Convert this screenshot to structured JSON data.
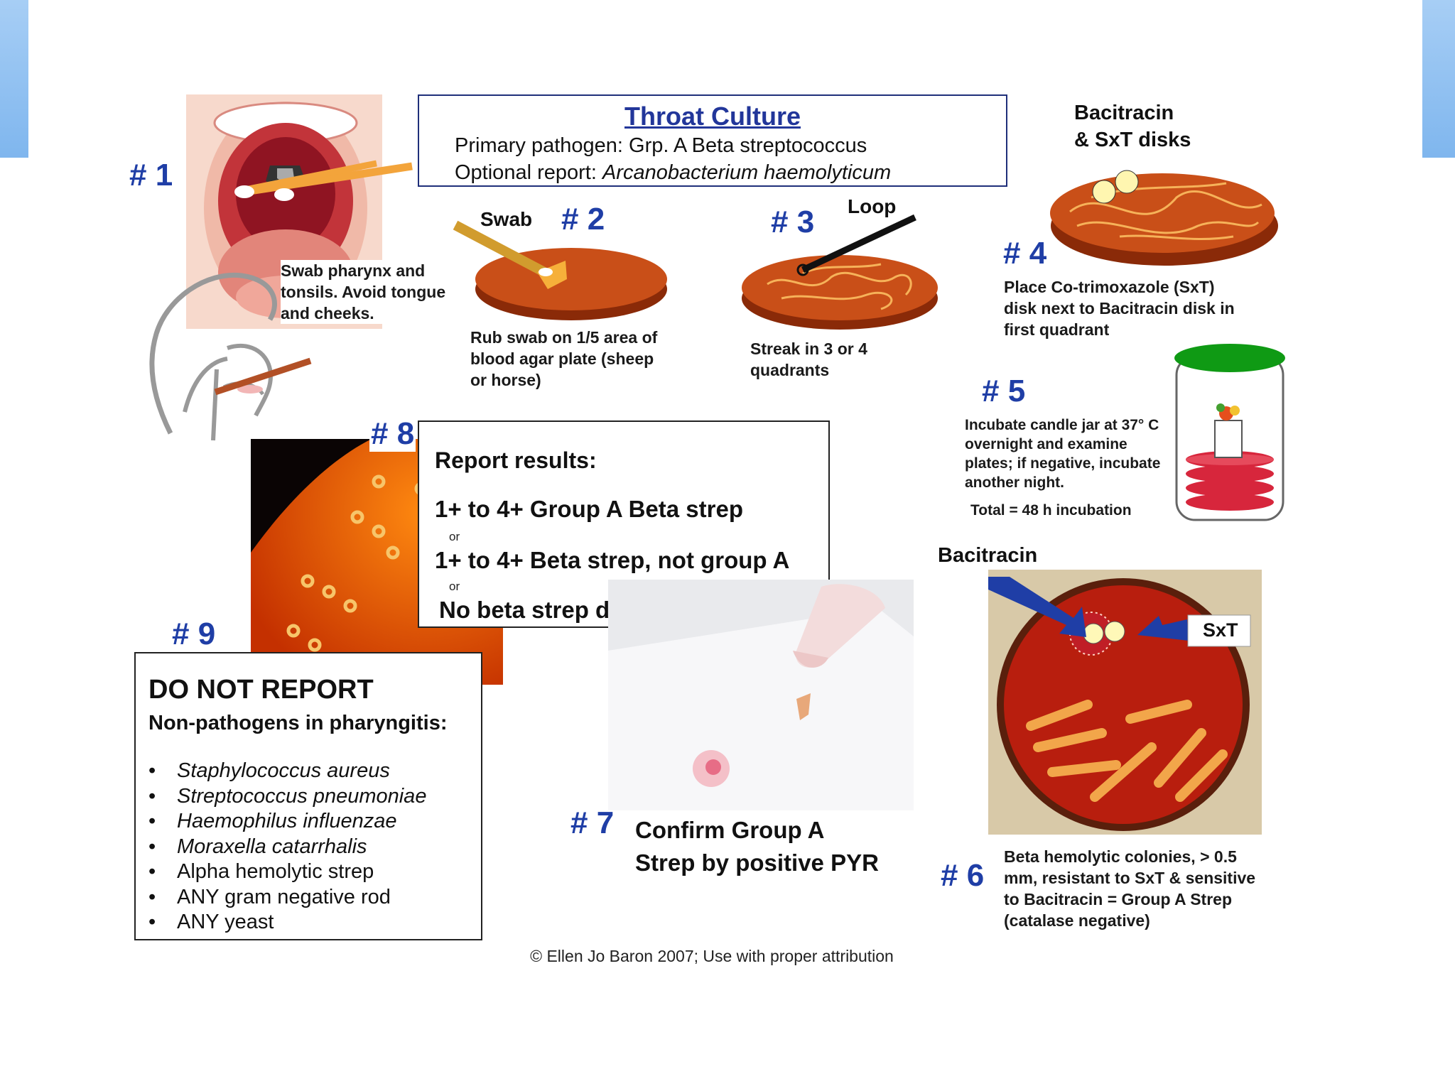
{
  "title": "Throat Culture",
  "primary_pathogen": "Primary pathogen: Grp. A Beta streptococcus",
  "optional_report_label": "Optional report: ",
  "optional_report_organism": "Arcanobacterium haemolyticum",
  "step1": {
    "number": "# 1",
    "caption": [
      "Swab pharynx and",
      "tonsils. Avoid tongue",
      "and cheeks."
    ]
  },
  "step2": {
    "number": "# 2",
    "tool_label": "Swab",
    "caption": [
      "Rub swab on 1/5 area of",
      "blood agar plate (sheep",
      "or horse)"
    ]
  },
  "step3": {
    "number": "# 3",
    "tool_label": "Loop",
    "caption": [
      "Streak in 3 or 4",
      "quadrants"
    ]
  },
  "step4": {
    "number": "# 4",
    "disk_label": [
      "Bacitracin",
      "& SxT disks"
    ],
    "caption": [
      "Place Co-trimoxazole (SxT)",
      "disk next to Bacitracin disk in",
      "first quadrant"
    ]
  },
  "step5": {
    "number": "# 5",
    "caption": [
      "Incubate candle jar at 37° C",
      "overnight and examine",
      "plates; if negative, incubate",
      "another night."
    ],
    "total": "Total = 48 h incubation"
  },
  "step6": {
    "number": "# 6",
    "bacitracin_label": "Bacitracin",
    "sxt_label": "SxT",
    "caption": [
      "Beta hemolytic colonies, > 0.5",
      "mm, resistant to SxT & sensitive",
      "to Bacitracin = Group A Strep",
      "(catalase negative)"
    ]
  },
  "step7": {
    "number": "# 7",
    "caption": [
      "Confirm Group A",
      "Strep by positive PYR"
    ]
  },
  "step8": {
    "number": "# 8",
    "heading": "Report results:",
    "results": [
      "1+ to 4+ Group A Beta strep",
      "1+ to 4+ Beta  strep, not group A",
      "No beta strep detected"
    ],
    "or": "or"
  },
  "step9": {
    "number": "# 9",
    "heading": "DO NOT REPORT",
    "subheading": "Non-pathogens in pharyngitis:",
    "bullet": "•",
    "items": [
      "Staphylococcus aureus",
      "Streptococcus pneumoniae",
      "Haemophilus influenzae",
      "Moraxella catarrhalis",
      "Alpha hemolytic strep",
      "ANY gram negative rod",
      "ANY yeast"
    ]
  },
  "footer": "© Ellen Jo Baron 2007; Use with proper attribution",
  "colors": {
    "blue_number": "#1f3ea6",
    "agar_red": "#c63a0c",
    "colony_orange": "#f2a247",
    "jar_lid": "#18a018"
  }
}
